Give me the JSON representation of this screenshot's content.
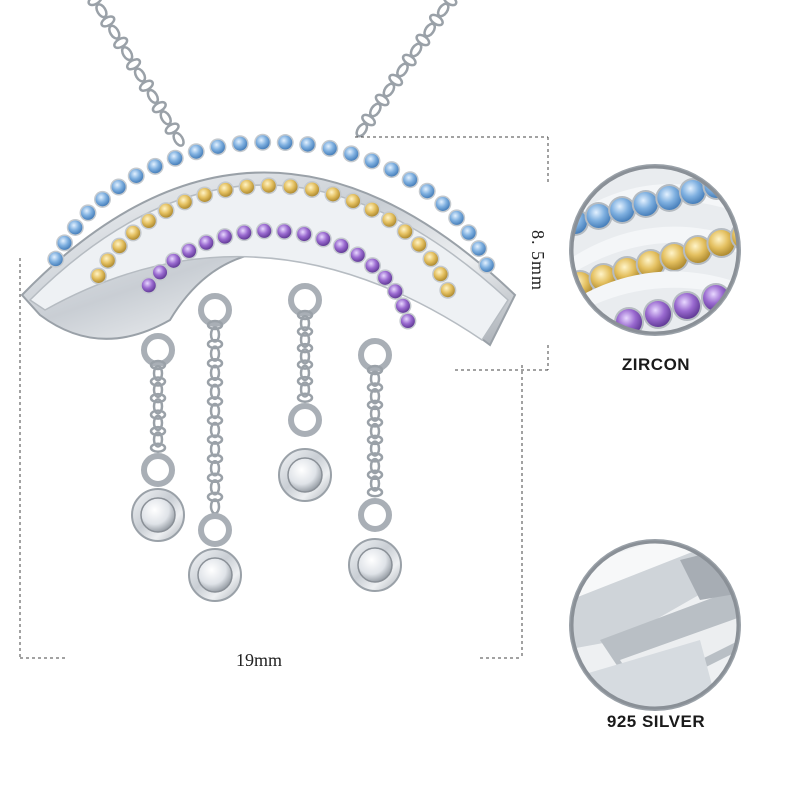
{
  "product": {
    "height_label": "8. 5mm",
    "width_label": "19mm"
  },
  "callouts": [
    {
      "label": "ZIRCON",
      "icon": "zircon-closeup-icon"
    },
    {
      "label": "925 SILVER",
      "icon": "silver-bar-closeup-icon"
    }
  ],
  "colors": {
    "stone_blue": "#7fb0e0",
    "stone_yellow": "#e4c060",
    "stone_purple": "#9a6ad0",
    "silver": "#d8dde2"
  }
}
